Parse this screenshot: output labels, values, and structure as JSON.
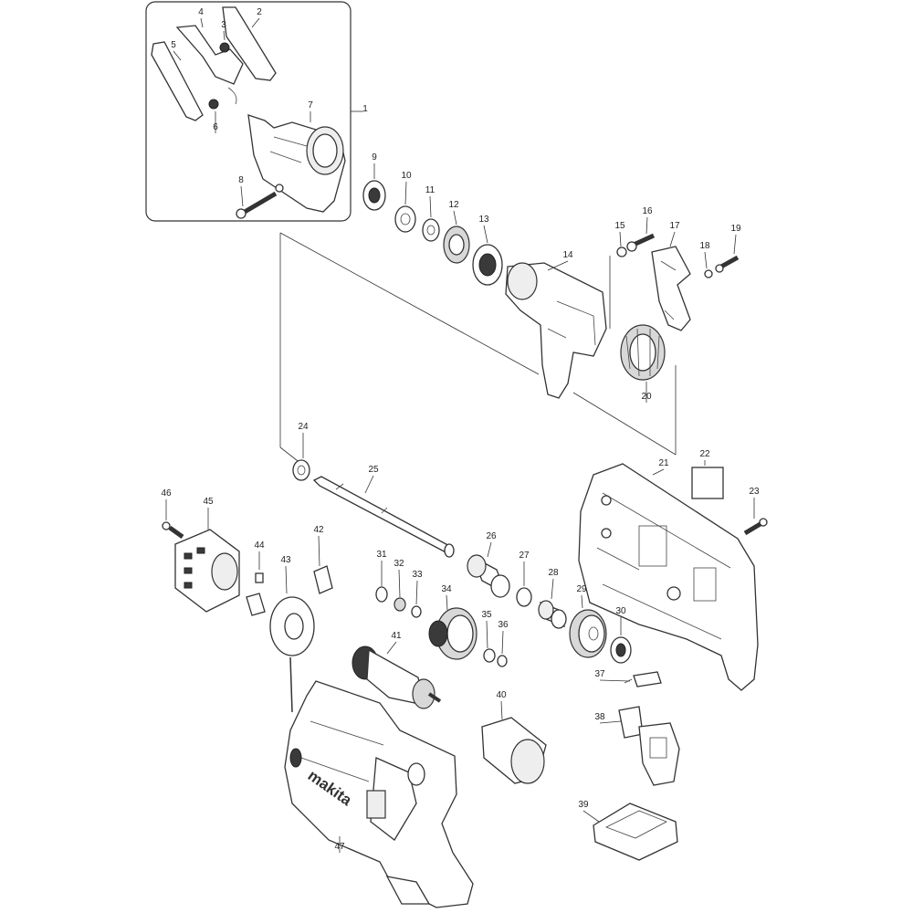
{
  "diagram": {
    "part_numbers": [
      "1",
      "2",
      "3",
      "4",
      "5",
      "6",
      "7",
      "8",
      "9",
      "10",
      "11",
      "12",
      "13",
      "14",
      "15",
      "16",
      "17",
      "18",
      "19",
      "20",
      "21",
      "22",
      "23",
      "24",
      "25",
      "26",
      "27",
      "28",
      "29",
      "30",
      "31",
      "32",
      "33",
      "34",
      "35",
      "36",
      "37",
      "38",
      "39",
      "40",
      "41",
      "42",
      "43",
      "44",
      "45",
      "46",
      "47"
    ],
    "logo_text": "makita"
  }
}
